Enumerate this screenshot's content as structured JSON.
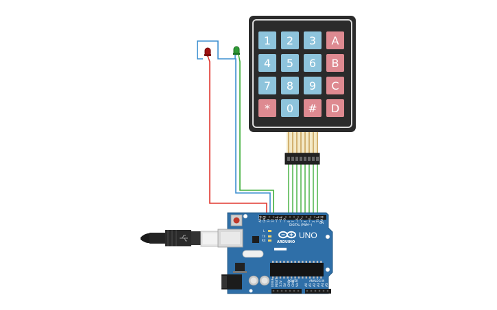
{
  "keypad": {
    "rows": [
      [
        {
          "label": "1",
          "kind": "num"
        },
        {
          "label": "2",
          "kind": "num"
        },
        {
          "label": "3",
          "kind": "num"
        },
        {
          "label": "A",
          "kind": "letter"
        }
      ],
      [
        {
          "label": "4",
          "kind": "num"
        },
        {
          "label": "5",
          "kind": "num"
        },
        {
          "label": "6",
          "kind": "num"
        },
        {
          "label": "B",
          "kind": "letter"
        }
      ],
      [
        {
          "label": "7",
          "kind": "num"
        },
        {
          "label": "8",
          "kind": "num"
        },
        {
          "label": "9",
          "kind": "num"
        },
        {
          "label": "C",
          "kind": "letter"
        }
      ],
      [
        {
          "label": "*",
          "kind": "letter"
        },
        {
          "label": "0",
          "kind": "num"
        },
        {
          "label": "#",
          "kind": "letter"
        },
        {
          "label": "D",
          "kind": "letter"
        }
      ]
    ]
  },
  "board": {
    "brand": "ARDUINO",
    "model": "UNO",
    "digital_label": "DIGITAL (PWM~)",
    "analog_label": "ANALOG IN",
    "power_label": "POWER",
    "digital_pins": [
      "AREF",
      "GND",
      "13",
      "12",
      "~11",
      "~10",
      "~9",
      "8",
      "7",
      "~6",
      "~5",
      "4",
      "~3",
      "2",
      "TX 1",
      "RX 0"
    ],
    "power_pins": [
      "IOREF",
      "RESET",
      "3.3V",
      "5V",
      "GND",
      "GND",
      "Vin"
    ],
    "analog_pins": [
      "A0",
      "A1",
      "A2",
      "A3",
      "A4",
      "A5"
    ],
    "leds": [
      "L",
      "TX",
      "RX"
    ],
    "on_label": "ON"
  },
  "colors": {
    "key_num": "#8ec4dc",
    "key_letter": "#de8a91",
    "keypad_body": "#2b2b2b",
    "pcb": "#2f6fa8",
    "led_red": "#a01010",
    "led_green": "#2e9a35",
    "wire_red": "#e0362e",
    "wire_blue": "#3c8fd0",
    "wire_green": "#3fae3a"
  }
}
